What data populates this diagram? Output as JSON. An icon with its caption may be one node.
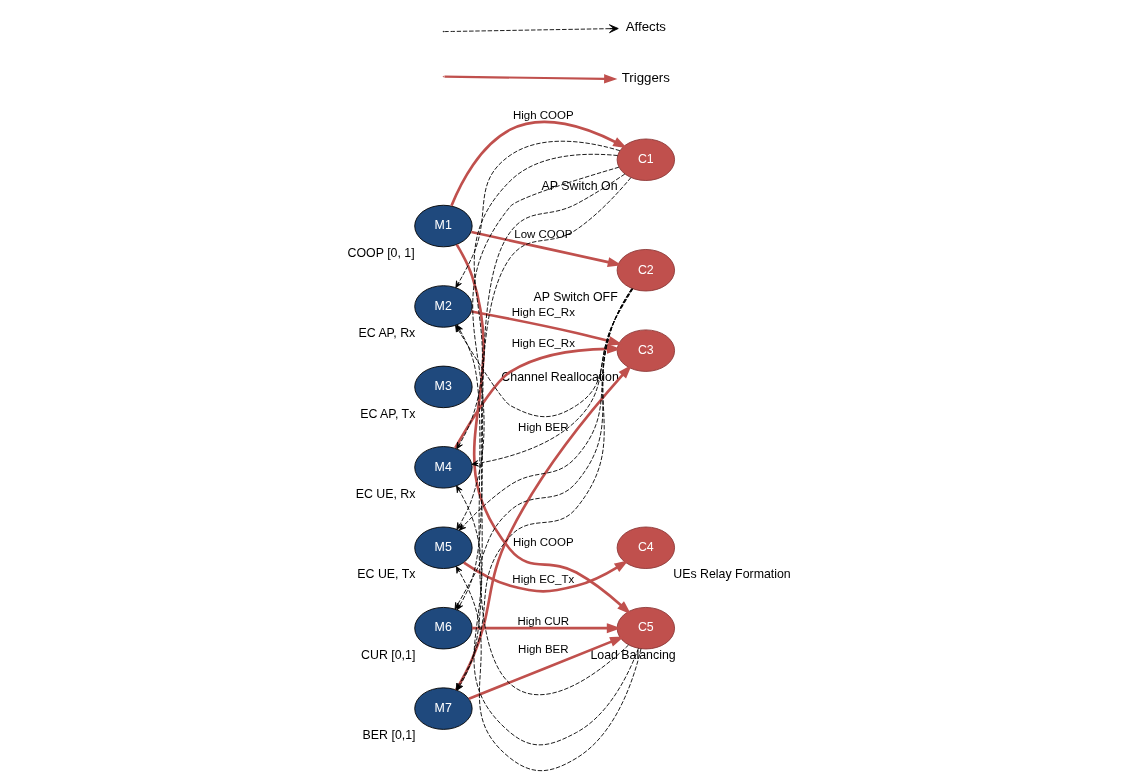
{
  "diagram": {
    "nodes": [
      {
        "text": [
          "M1"
        ],
        "beside": [
          "COOP [0, 1]"
        ]
      },
      {
        "text": [
          "M2"
        ],
        "beside": [
          "EC AP, Rx"
        ]
      },
      {
        "text": [
          "M3"
        ],
        "beside": [
          "EC AP, Tx"
        ]
      },
      {
        "text": [
          "M4"
        ],
        "beside": [
          "EC UE, Rx"
        ]
      },
      {
        "text": [
          "M5"
        ],
        "beside": [
          "EC UE, Tx"
        ]
      },
      {
        "text": [
          "M6"
        ],
        "beside": [
          "CUR [0,1]"
        ]
      },
      {
        "text": [
          "M7"
        ],
        "beside": [
          "BER [0,1]"
        ]
      },
      {
        "text": [
          "C1"
        ],
        "beside": [
          "AP Switch On"
        ]
      },
      {
        "text": [
          "C2"
        ],
        "beside": [
          "AP Switch OFF"
        ]
      },
      {
        "text": [
          "C3"
        ],
        "beside": [
          "Channel Reallocation"
        ]
      },
      {
        "text": [
          "C4"
        ],
        "beside": [
          "UEs Relay Formation"
        ]
      },
      {
        "text": [
          "C5"
        ],
        "beside": [
          "Load Balancing"
        ]
      }
    ],
    "edges": [
      {
        "from": 0,
        "to": 7,
        "arrow": "to",
        "label": "High COOP",
        "style": "thick",
        "color": "#c0504d"
      },
      {
        "from": 0,
        "to": 8,
        "arrow": "to",
        "label": "Low COOP",
        "style": "thick",
        "color": "#c0504d"
      },
      {
        "from": 0,
        "to": 11,
        "arrow": "to",
        "label": "High COOP",
        "style": "thick",
        "color": "#c0504d"
      },
      {
        "from": 1,
        "to": 9,
        "arrow": "to",
        "label": "High EC_Rx",
        "style": "thick",
        "color": "#c0504d"
      },
      {
        "from": 3,
        "to": 9,
        "arrow": "to",
        "label": "High EC_Rx",
        "style": "thick",
        "color": "#c0504d"
      },
      {
        "from": 4,
        "to": 10,
        "arrow": "to",
        "label": "High EC_Tx",
        "style": "thick",
        "color": "#c0504d"
      },
      {
        "from": 5,
        "to": 11,
        "arrow": "to",
        "label": "High CUR",
        "style": "thick",
        "color": "#c0504d"
      },
      {
        "from": 6,
        "to": 9,
        "arrow": "to",
        "label": "High BER",
        "style": "thick",
        "color": "#c0504d"
      },
      {
        "from": 6,
        "to": 11,
        "arrow": "to",
        "label": "High BER",
        "style": "thick",
        "color": "#c0504d"
      },
      {
        "from": 7,
        "to": 1,
        "arrow": "to",
        "style": "dashed"
      },
      {
        "from": 8,
        "to": 1,
        "arrow": "to",
        "style": "dashed"
      },
      {
        "from": 7,
        "to": 3,
        "arrow": "to",
        "style": "dashed"
      },
      {
        "from": 8,
        "to": 3,
        "arrow": "to",
        "style": "dashed"
      },
      {
        "from": 7,
        "to": 4,
        "arrow": "to",
        "style": "dashed"
      },
      {
        "from": 8,
        "to": 4,
        "arrow": "to",
        "style": "dashed"
      },
      {
        "from": 7,
        "to": 5,
        "arrow": "to",
        "style": "dashed"
      },
      {
        "from": 8,
        "to": 5,
        "arrow": "to",
        "style": "dashed"
      },
      {
        "from": 7,
        "to": 6,
        "arrow": "to",
        "style": "dashed"
      },
      {
        "from": 8,
        "to": 6,
        "arrow": "to",
        "style": "dashed"
      },
      {
        "from": 11,
        "to": 1,
        "arrow": "to",
        "style": "dashed"
      },
      {
        "from": 11,
        "to": 3,
        "arrow": "to",
        "style": "dashed"
      },
      {
        "from": 11,
        "to": 4,
        "arrow": "to",
        "style": "dashed"
      }
    ],
    "legend": [
      {
        "text": "Affects"
      },
      {
        "text": "Triggers"
      }
    ]
  }
}
